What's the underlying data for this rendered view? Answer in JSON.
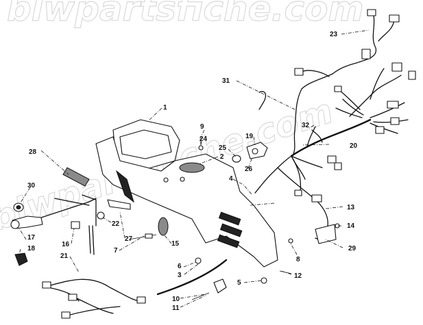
{
  "watermark": {
    "text": "blwpartsfiche.com"
  },
  "callouts": [
    {
      "id": "c1",
      "label": "1"
    },
    {
      "id": "c2",
      "label": "2"
    },
    {
      "id": "c3",
      "label": "3"
    },
    {
      "id": "c4",
      "label": "4"
    },
    {
      "id": "c5",
      "label": "5"
    },
    {
      "id": "c6",
      "label": "6"
    },
    {
      "id": "c7",
      "label": "7"
    },
    {
      "id": "c8",
      "label": "8"
    },
    {
      "id": "c9",
      "label": "9"
    },
    {
      "id": "c10",
      "label": "10"
    },
    {
      "id": "c11",
      "label": "11"
    },
    {
      "id": "c12",
      "label": "12"
    },
    {
      "id": "c13",
      "label": "13"
    },
    {
      "id": "c14",
      "label": "14"
    },
    {
      "id": "c15",
      "label": "15"
    },
    {
      "id": "c16",
      "label": "16"
    },
    {
      "id": "c17",
      "label": "17"
    },
    {
      "id": "c18",
      "label": "18"
    },
    {
      "id": "c19",
      "label": "19"
    },
    {
      "id": "c20",
      "label": "20"
    },
    {
      "id": "c21",
      "label": "21"
    },
    {
      "id": "c22",
      "label": "22"
    },
    {
      "id": "c23",
      "label": "23"
    },
    {
      "id": "c24",
      "label": "24"
    },
    {
      "id": "c25",
      "label": "25"
    },
    {
      "id": "c26",
      "label": "26"
    },
    {
      "id": "c27",
      "label": "27"
    },
    {
      "id": "c28",
      "label": "28"
    },
    {
      "id": "c29",
      "label": "29"
    },
    {
      "id": "c30",
      "label": "30"
    },
    {
      "id": "c31",
      "label": "31"
    },
    {
      "id": "c32",
      "label": "32"
    }
  ]
}
